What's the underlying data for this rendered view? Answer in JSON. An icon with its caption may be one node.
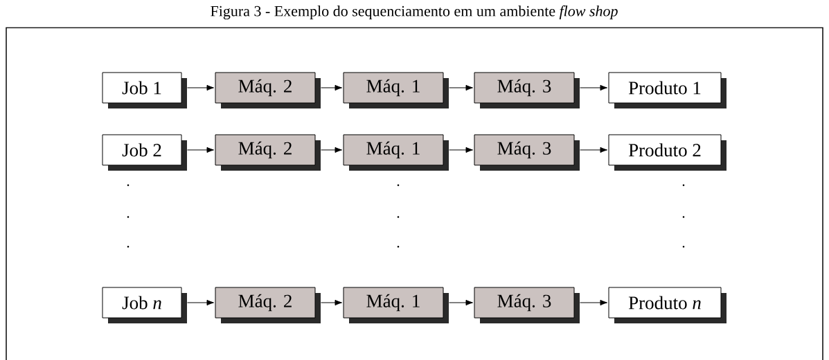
{
  "diagram": {
    "title": "Figura 3 - Exemplo do sequenciamento em um ambiente *flow shop*",
    "nodes": [
      {
        "text": [
          "Job 1"
        ]
      },
      {
        "text": [
          "Máq. 2"
        ]
      },
      {
        "text": [
          "Máq. 1"
        ]
      },
      {
        "text": [
          "Máq. 3"
        ]
      },
      {
        "text": [
          "Produto 1"
        ]
      },
      {
        "text": [
          "Job 2"
        ]
      },
      {
        "text": [
          "Máq. 2"
        ]
      },
      {
        "text": [
          "Máq. 1"
        ]
      },
      {
        "text": [
          "Máq. 3"
        ]
      },
      {
        "text": [
          "Produto 2"
        ]
      },
      {
        "text": [
          "Job *n*"
        ]
      },
      {
        "text": [
          "Máq. 2"
        ]
      },
      {
        "text": [
          "Máq. 1"
        ]
      },
      {
        "text": [
          "Máq. 3"
        ]
      },
      {
        "text": [
          "Produto *n*"
        ]
      }
    ],
    "edges": [
      {
        "from": 0,
        "to": 1,
        "arrow": "to"
      },
      {
        "from": 1,
        "to": 2,
        "arrow": "to"
      },
      {
        "from": 2,
        "to": 3,
        "arrow": "to"
      },
      {
        "from": 3,
        "to": 4,
        "arrow": "to"
      },
      {
        "from": 5,
        "to": 6,
        "arrow": "to"
      },
      {
        "from": 6,
        "to": 7,
        "arrow": "to"
      },
      {
        "from": 7,
        "to": 8,
        "arrow": "to"
      },
      {
        "from": 8,
        "to": 9,
        "arrow": "to"
      },
      {
        "from": 10,
        "to": 11,
        "arrow": "to"
      },
      {
        "from": 11,
        "to": 12,
        "arrow": "to"
      },
      {
        "from": 12,
        "to": 13,
        "arrow": "to"
      },
      {
        "from": 13,
        "to": 14,
        "arrow": "to"
      }
    ]
  }
}
